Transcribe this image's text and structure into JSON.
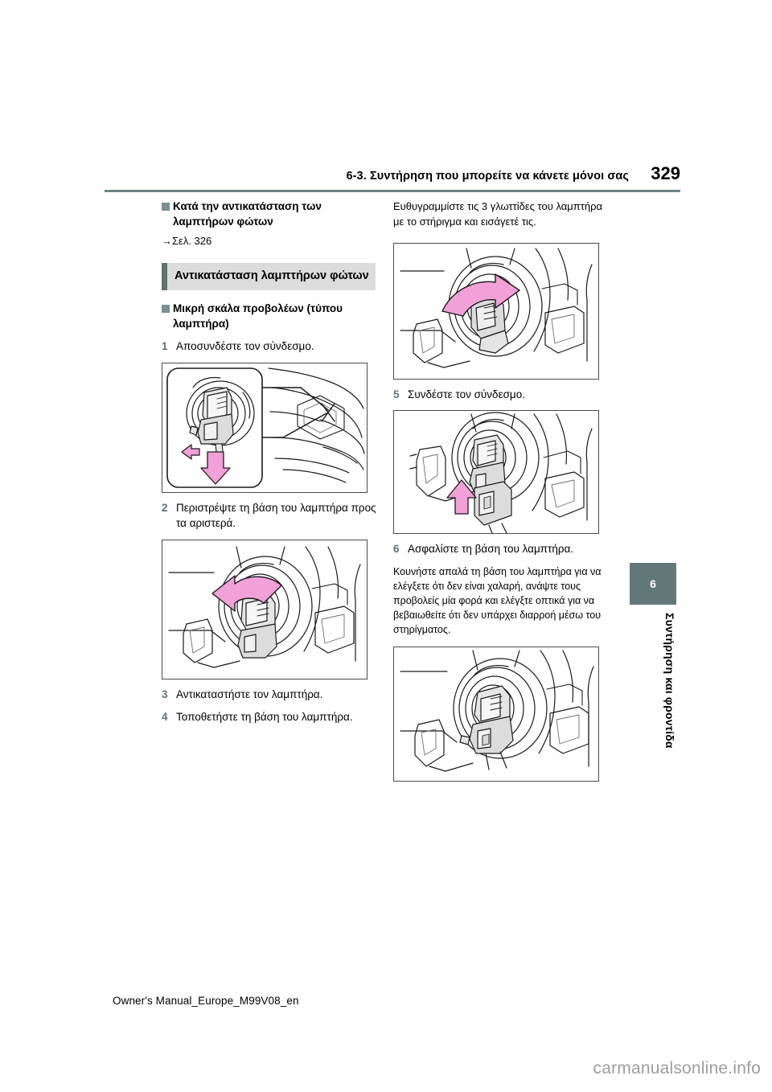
{
  "header": {
    "section_title": "6-3. Συντήρηση που μπορείτε να κάνετε μόνοι σας",
    "page_number": "329"
  },
  "left_column": {
    "note_heading": "Κατά την αντικατάσταση των λαμπτήρων φώτων",
    "cross_reference": "→Σελ. 326",
    "section_bar_title": "Αντικατάσταση λαμπτήρων φώτων",
    "sub_heading": "Μικρή σκάλα προβολέων (τύπου λαμπτήρα)",
    "step1_num": "1",
    "step1_text": "Αποσυνδέστε τον σύνδεσμο.",
    "step2_num": "2",
    "step2_text": "Περιστρέψτε τη βάση του λαμπτήρα προς τα αριστερά.",
    "step3_num": "3",
    "step3_text": "Αντικαταστήστε τον λαμπτήρα.",
    "step4_num": "4",
    "step4_text": "Τοποθετήστε τη βάση του λαμπτήρα.",
    "figure1_name": "bulb-connector-disconnect-illustration",
    "figure2_name": "bulb-base-rotate-left-illustration"
  },
  "right_column": {
    "intro_text": "Ευθυγραμμίστε τις 3 γλωττίδες του λαμπτήρα με το στήριγμα και εισάγετέ τις.",
    "step5_num": "5",
    "step5_text": "Συνδέστε τον σύνδεσμο.",
    "step6_num": "6",
    "step6_text": "Ασφαλίστε τη βάση του λαμπτήρα.",
    "step6_body": "Κουνήστε απαλά τη βάση του λαμπτήρα για να ελέγξετε ότι δεν είναι χαλαρή, ανάψτε τους προβολείς μία φορά και ελέγξτε οπτικά για να βεβαιωθείτε ότι δεν υπάρχει διαρροή μέσω του στηρίγματος.",
    "figure3_name": "bulb-base-rotate-right-illustration",
    "figure4_name": "connector-attach-illustration",
    "figure5_name": "bulb-base-secured-illustration"
  },
  "side_tab": {
    "chapter_number": "6",
    "chapter_label": "Συντήρηση και φροντίδα"
  },
  "footer": {
    "document_id": "Owner's Manual_Europe_M99V08_en",
    "watermark": "carmanualsonline.info"
  },
  "colors": {
    "accent_bar": "#5f7376",
    "section_bg": "#dcdcdc",
    "bullet": "#7a8f8f",
    "header_rule": "#6f8184",
    "side_tab": "#64787a",
    "arrow_magenta": "#f2a0d8",
    "watermark": "#9d9d9d"
  }
}
